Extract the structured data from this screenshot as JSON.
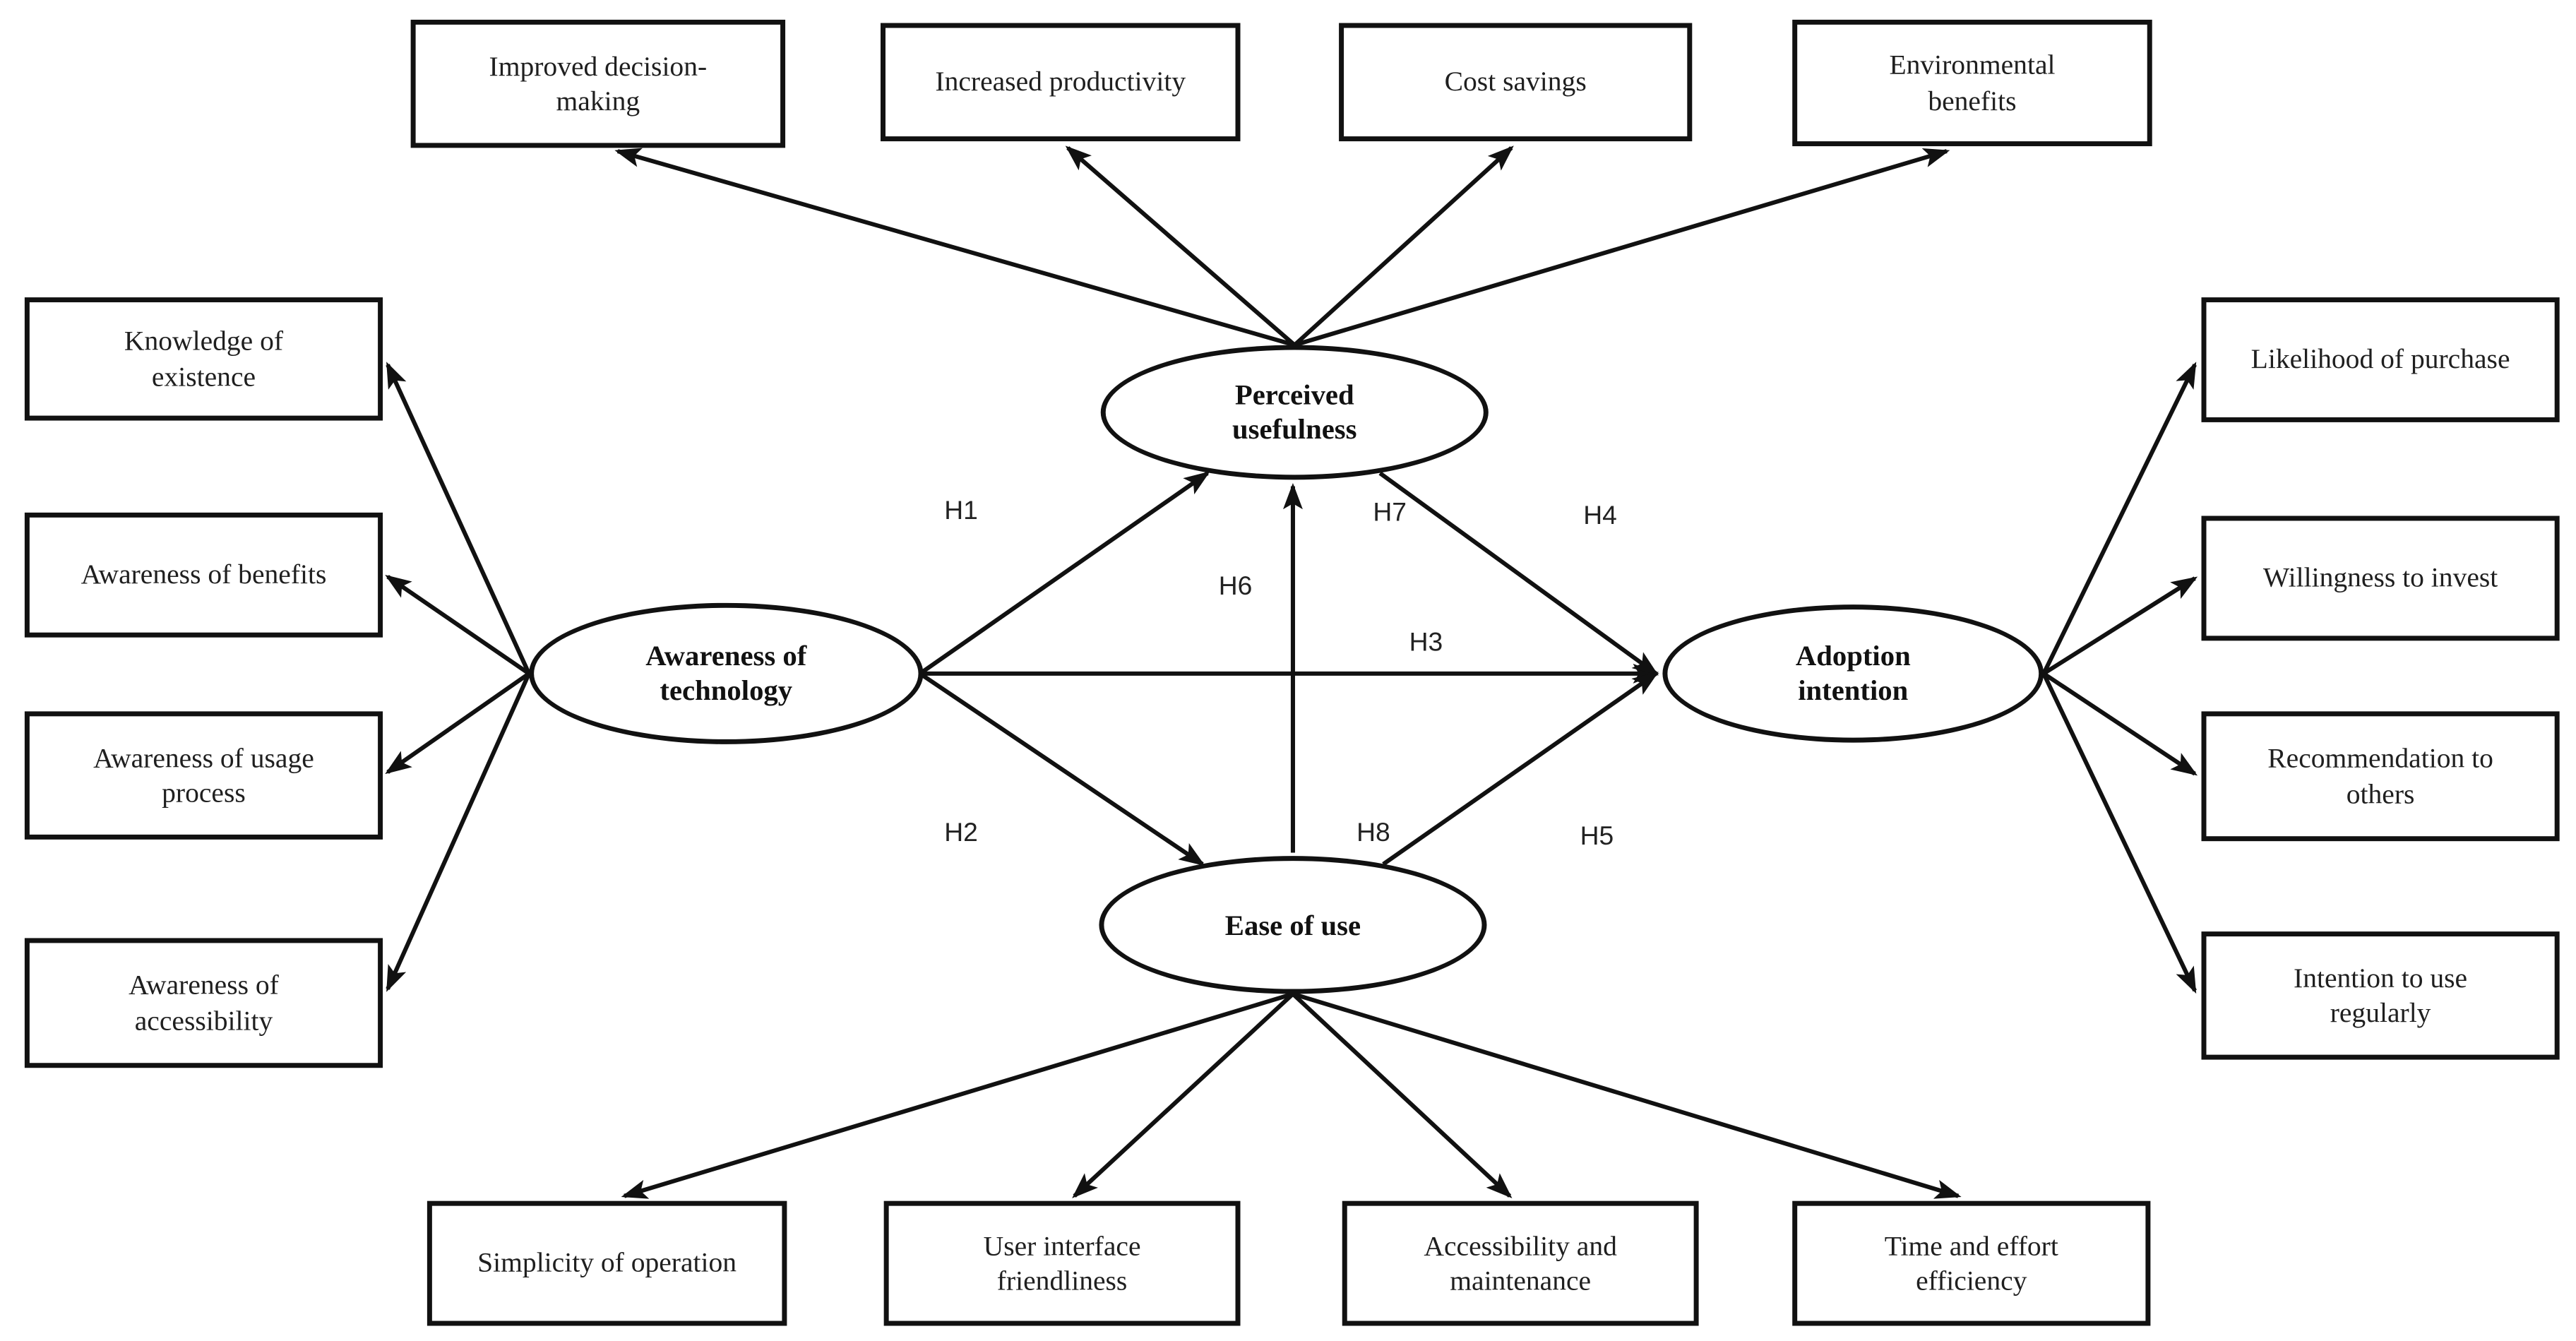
{
  "diagram": {
    "type": "structural-model",
    "background_color": "#ffffff",
    "line_color": "#111111",
    "text_color": "#1f1f1f",
    "latent": {
      "perceived_usefulness": "Perceived\nusefulness",
      "awareness_of_technology": "Awareness of\ntechnology",
      "adoption_intention": "Adoption\nintention",
      "ease_of_use": "Ease of use"
    },
    "indicators": {
      "top": [
        "Improved decision-\nmaking",
        "Increased productivity",
        "Cost savings",
        "Environmental\nbenefits"
      ],
      "left": [
        "Knowledge of\nexistence",
        "Awareness of benefits",
        "Awareness of usage\nprocess",
        "Awareness of\naccessibility"
      ],
      "right": [
        "Likelihood of purchase",
        "Willingness to invest",
        "Recommendation to\nothers",
        "Intention to use\nregularly"
      ],
      "bottom": [
        "Simplicity of operation",
        "User interface\nfriendliness",
        "Accessibility and\nmaintenance",
        "Time and effort\nefficiency"
      ]
    },
    "hypotheses": [
      "H1",
      "H2",
      "H3",
      "H4",
      "H5",
      "H6",
      "H7",
      "H8"
    ]
  }
}
